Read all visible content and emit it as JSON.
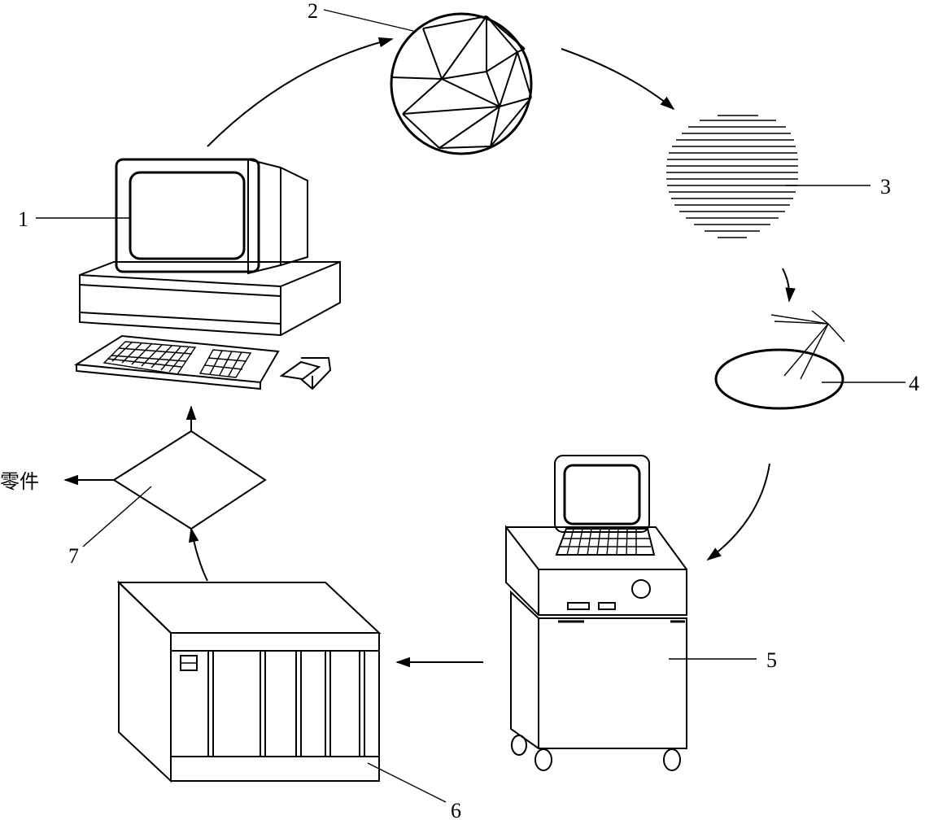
{
  "labels": {
    "computer": "1",
    "mesh_model": "2",
    "sliced_model": "3",
    "laser_scan": "4",
    "control_unit": "5",
    "forming_machine": "6",
    "decision": "7",
    "output_part": "零件"
  }
}
